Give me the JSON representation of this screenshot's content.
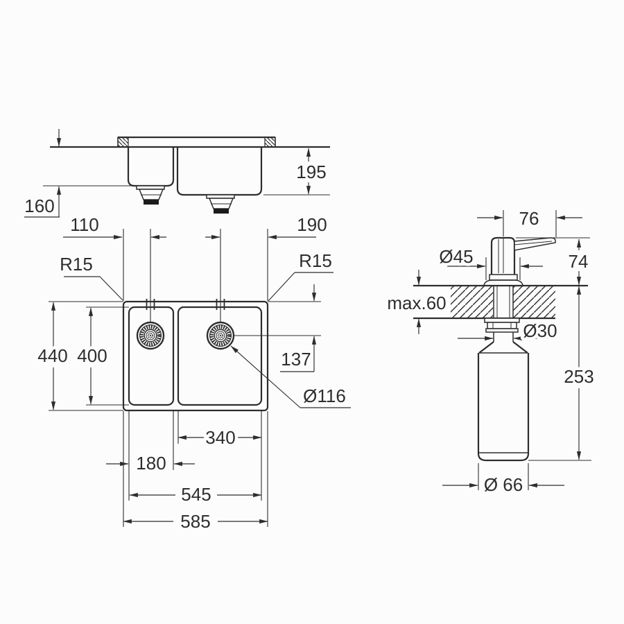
{
  "drawing": {
    "type": "technical-dimension-drawing",
    "subject": "kitchen sink with two bowls and soap dispenser",
    "background": "#fcfcfc",
    "line_color": "#2d2d2d",
    "dark_fill": "#1b1b1b"
  },
  "labels": {
    "side_depth_small": "160",
    "side_depth_large": "195",
    "offset_left_drain": "110",
    "offset_right_drain": "190",
    "radius_left": "R15",
    "radius_right": "R15",
    "overall_depth": "440",
    "bowl_depth": "400",
    "drain_setback": "137",
    "drain_diameter": "Ø116",
    "right_bowl_width": "340",
    "left_bowl_width": "180",
    "inner_width": "545",
    "overall_width": "585",
    "spout_reach": "76",
    "flange_diameter": "Ø45",
    "height_above_counter": "74",
    "counter_thickness": "max.60",
    "shank_diameter": "Ø30",
    "below_counter_height": "253",
    "bottle_diameter": "Ø 66"
  }
}
